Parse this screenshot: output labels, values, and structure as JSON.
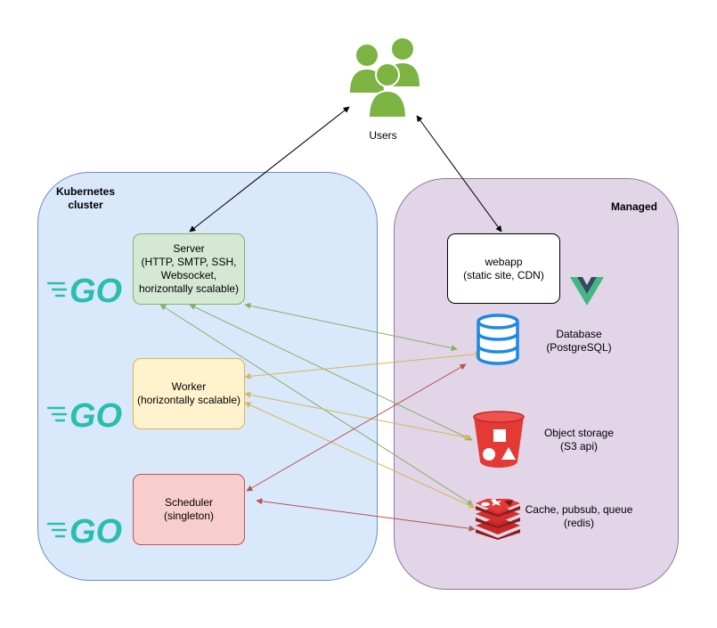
{
  "users": {
    "label": "Users",
    "icon": "users-icon"
  },
  "kubernetes_cluster": {
    "title": "Kubernetes\ncluster",
    "nodes": {
      "server": "Server\n(HTTP, SMTP, SSH,\nWebsocket,\nhorizontally scalable)",
      "worker": "Worker\n(horizontally scalable)",
      "scheduler": "Scheduler\n(singleton)"
    },
    "go_logo_text": "GO"
  },
  "managed": {
    "title": "Managed",
    "webapp": "webapp\n(static site, CDN)",
    "database": "Database\n(PostgreSQL)",
    "object_storage": "Object storage\n(S3 api)",
    "cache": "Cache, pubsub, queue\n(redis)"
  },
  "colors": {
    "k8s_fill": "#dae8fc",
    "managed_fill": "#e1d5e7",
    "server_fill": "#d5e8d4",
    "worker_fill": "#fff2cc",
    "scheduler_fill": "#f8cecc",
    "go_blue": "#29BEB0",
    "users_green": "#7cb342",
    "database_blue": "#1e88e5",
    "s3_red": "#e53935",
    "redis_red": "#c62828",
    "vue_green": "#41b883",
    "vue_dark": "#35495e",
    "edge_black": "#000000",
    "edge_green": "#82b366",
    "edge_yellow": "#d6b656",
    "edge_red": "#b85450"
  }
}
